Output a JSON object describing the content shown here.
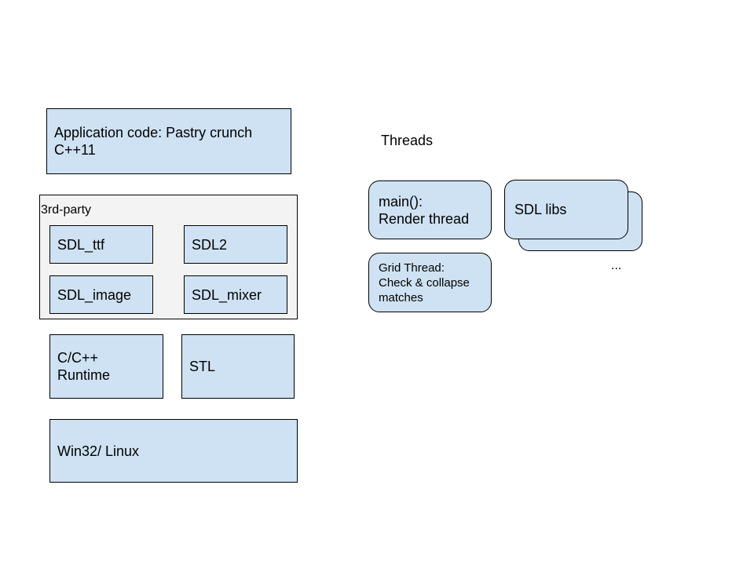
{
  "layers": {
    "application": "Application code: Pastry crunch\nC++11",
    "third_party": {
      "label": "3rd-party",
      "items": [
        "SDL_ttf",
        "SDL2",
        "SDL_image",
        "SDL_mixer"
      ]
    },
    "runtime": "C/C++\nRuntime",
    "stl": "STL",
    "os": "Win32/ Linux"
  },
  "threads": {
    "title": "Threads",
    "main_thread": "main():\nRender thread",
    "grid_thread": "Grid Thread:\nCheck & collapse\nmatches",
    "sdl_libs": "SDL libs",
    "ellipsis": "..."
  },
  "colors": {
    "box_fill": "#cfe2f3",
    "group_fill": "#f3f3f3",
    "stroke": "#000000"
  }
}
